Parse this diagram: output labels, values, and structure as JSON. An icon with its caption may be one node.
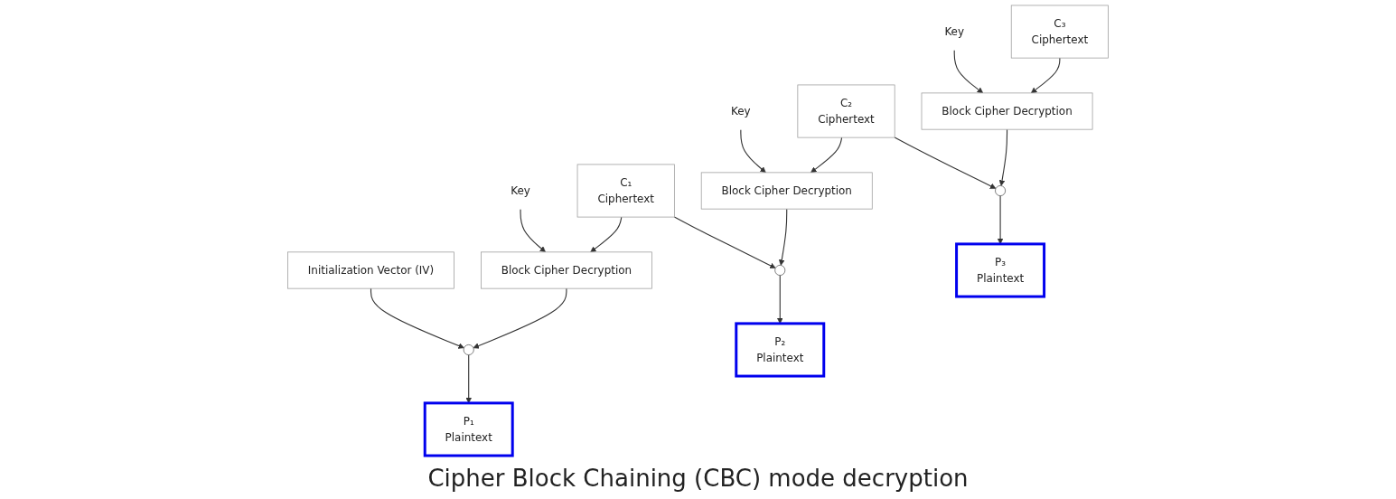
{
  "diagram": {
    "caption": "Cipher Block Chaining (CBC) mode decryption",
    "nodes": [
      {
        "text": [
          "Initialization Vector (IV)"
        ]
      },
      {
        "text": [
          "C₁",
          "Ciphertext"
        ]
      },
      {
        "text": [
          "Key"
        ]
      },
      {
        "text": [
          "Block Cipher Decryption"
        ]
      },
      {
        "text": [],
        "shape": "circle"
      },
      {
        "text": [
          "P₁",
          "Plaintext"
        ]
      },
      {
        "text": [
          "C₂",
          "Ciphertext"
        ]
      },
      {
        "text": [
          "Key"
        ]
      },
      {
        "text": [
          "Block Cipher Decryption"
        ]
      },
      {
        "text": [],
        "shape": "circle"
      },
      {
        "text": [
          "P₂",
          "Plaintext"
        ]
      },
      {
        "text": [
          "C₃",
          "Ciphertext"
        ]
      },
      {
        "text": [
          "Key"
        ]
      },
      {
        "text": [
          "Block Cipher Decryption"
        ]
      },
      {
        "text": [],
        "shape": "circle"
      },
      {
        "text": [
          "P₃",
          "Plaintext"
        ]
      }
    ],
    "edges": [
      {
        "from": 1,
        "to": 3,
        "arrow": "to"
      },
      {
        "from": 2,
        "to": 3,
        "arrow": "to"
      },
      {
        "from": 3,
        "to": 4,
        "arrow": "to"
      },
      {
        "from": 0,
        "to": 4,
        "arrow": "to"
      },
      {
        "from": 4,
        "to": 5,
        "arrow": "to"
      },
      {
        "from": 6,
        "to": 8,
        "arrow": "to"
      },
      {
        "from": 7,
        "to": 8,
        "arrow": "to"
      },
      {
        "from": 8,
        "to": 9,
        "arrow": "to"
      },
      {
        "from": 1,
        "to": 9,
        "arrow": "to"
      },
      {
        "from": 9,
        "to": 10,
        "arrow": "to"
      },
      {
        "from": 11,
        "to": 13,
        "arrow": "to"
      },
      {
        "from": 12,
        "to": 13,
        "arrow": "to"
      },
      {
        "from": 13,
        "to": 14,
        "arrow": "to"
      },
      {
        "from": 6,
        "to": 14,
        "arrow": "to"
      },
      {
        "from": 14,
        "to": 15,
        "arrow": "to"
      }
    ]
  }
}
